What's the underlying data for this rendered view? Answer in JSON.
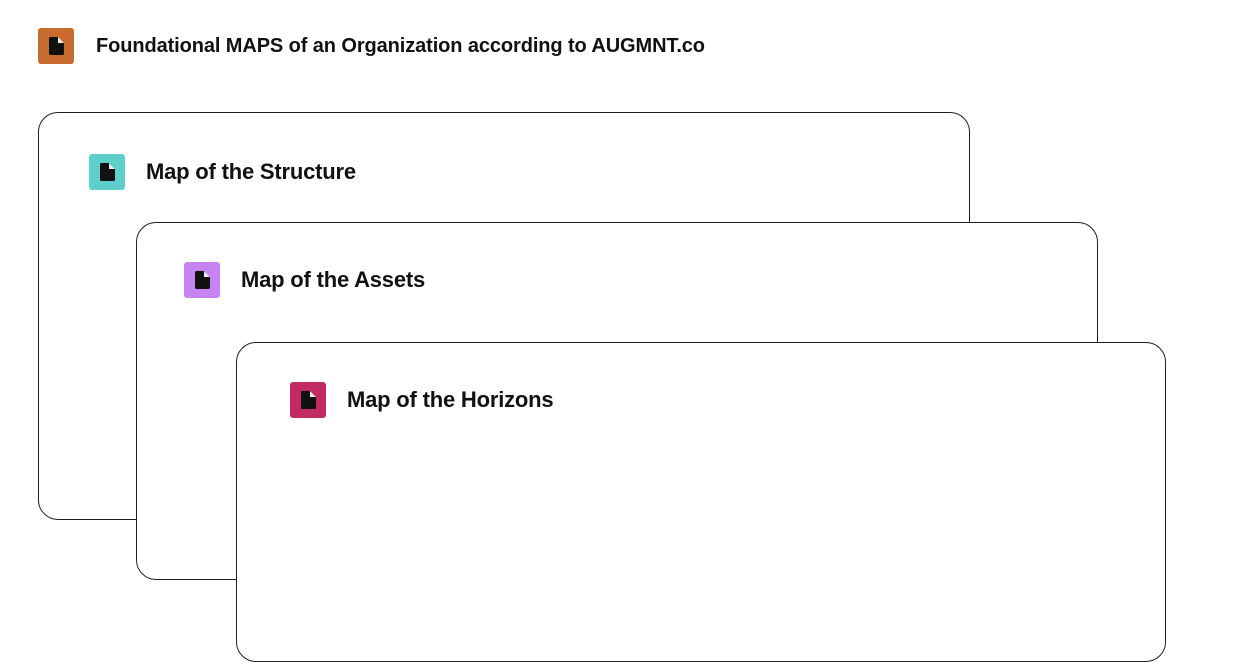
{
  "header": {
    "title": "Foundational MAPS of an Organization according to AUGMNT.co",
    "icon": "document-icon",
    "icon_color": "#C96A2E"
  },
  "cards": [
    {
      "title": "Map of the Structure",
      "icon": "document-icon",
      "icon_color": "#5ECFCB"
    },
    {
      "title": "Map of the Assets",
      "icon": "document-icon",
      "icon_color": "#C783F0"
    },
    {
      "title": "Map of the Horizons",
      "icon": "document-icon",
      "icon_color": "#C42A62"
    }
  ]
}
